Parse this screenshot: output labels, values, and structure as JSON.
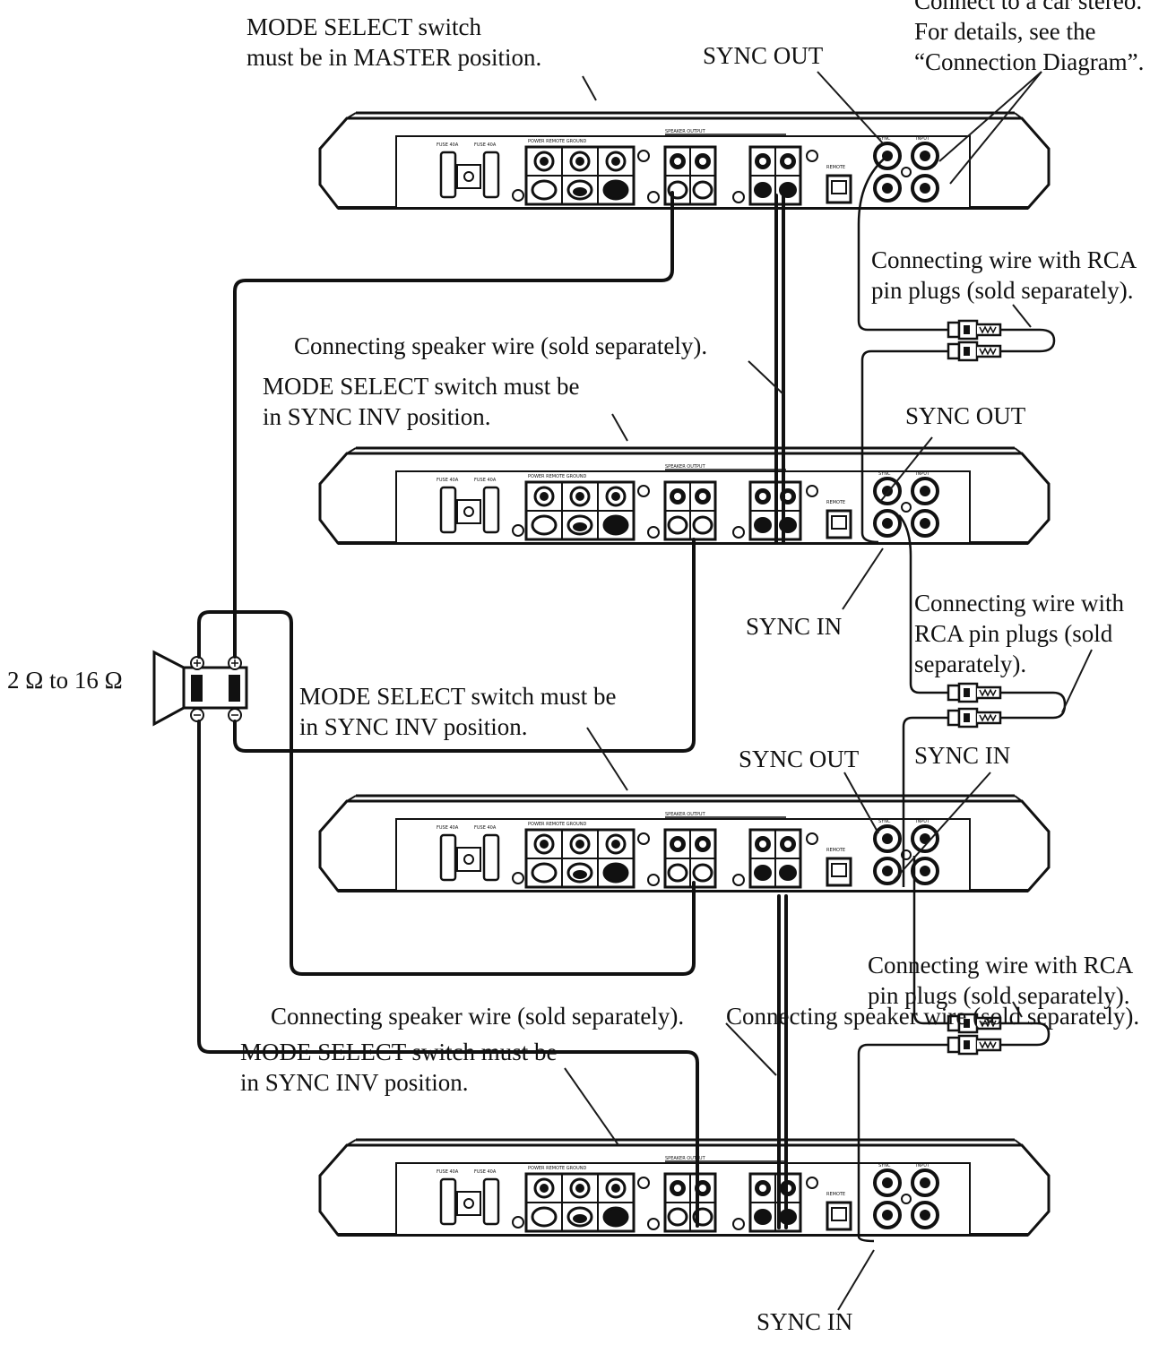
{
  "labels": {
    "master_mode": [
      "MODE SELECT switch",
      "must be in MASTER position."
    ],
    "car_stereo": [
      "Connect to a car stereo.",
      "For details, see the",
      "“Connection Diagram”."
    ],
    "sync_out_1": "SYNC OUT",
    "rca_wire_1": [
      "Connecting wire with RCA",
      "pin plugs (sold separately)."
    ],
    "speaker_wire_1": "Connecting speaker wire (sold separately).",
    "sync_inv_mode_2": [
      "MODE SELECT switch must be",
      "in SYNC INV position."
    ],
    "sync_out_2": "SYNC OUT",
    "sync_in_2": "SYNC IN",
    "rca_wire_2": [
      "Connecting wire with",
      "RCA pin plugs (sold",
      "separately)."
    ],
    "impedance": "2 Ω to 16 Ω",
    "sync_inv_mode_3": [
      "MODE SELECT switch must be",
      "in SYNC INV position."
    ],
    "sync_out_3": "SYNC OUT",
    "sync_in_3": "SYNC IN",
    "rca_wire_3": [
      "Connecting wire with RCA",
      "pin plugs (sold separately)."
    ],
    "speaker_wire_2": "Connecting speaker wire (sold separately).",
    "speaker_wire_3": "Connecting speaker wire (sold separately).",
    "sync_inv_mode_4": [
      "MODE SELECT switch must be",
      "in SYNC INV position."
    ],
    "sync_in_4": "SYNC IN"
  },
  "icons": {
    "amplifier": "amplifier-rear-panel-icon",
    "speaker": "speaker-icon",
    "rca_plug": "rca-plug-icon"
  }
}
